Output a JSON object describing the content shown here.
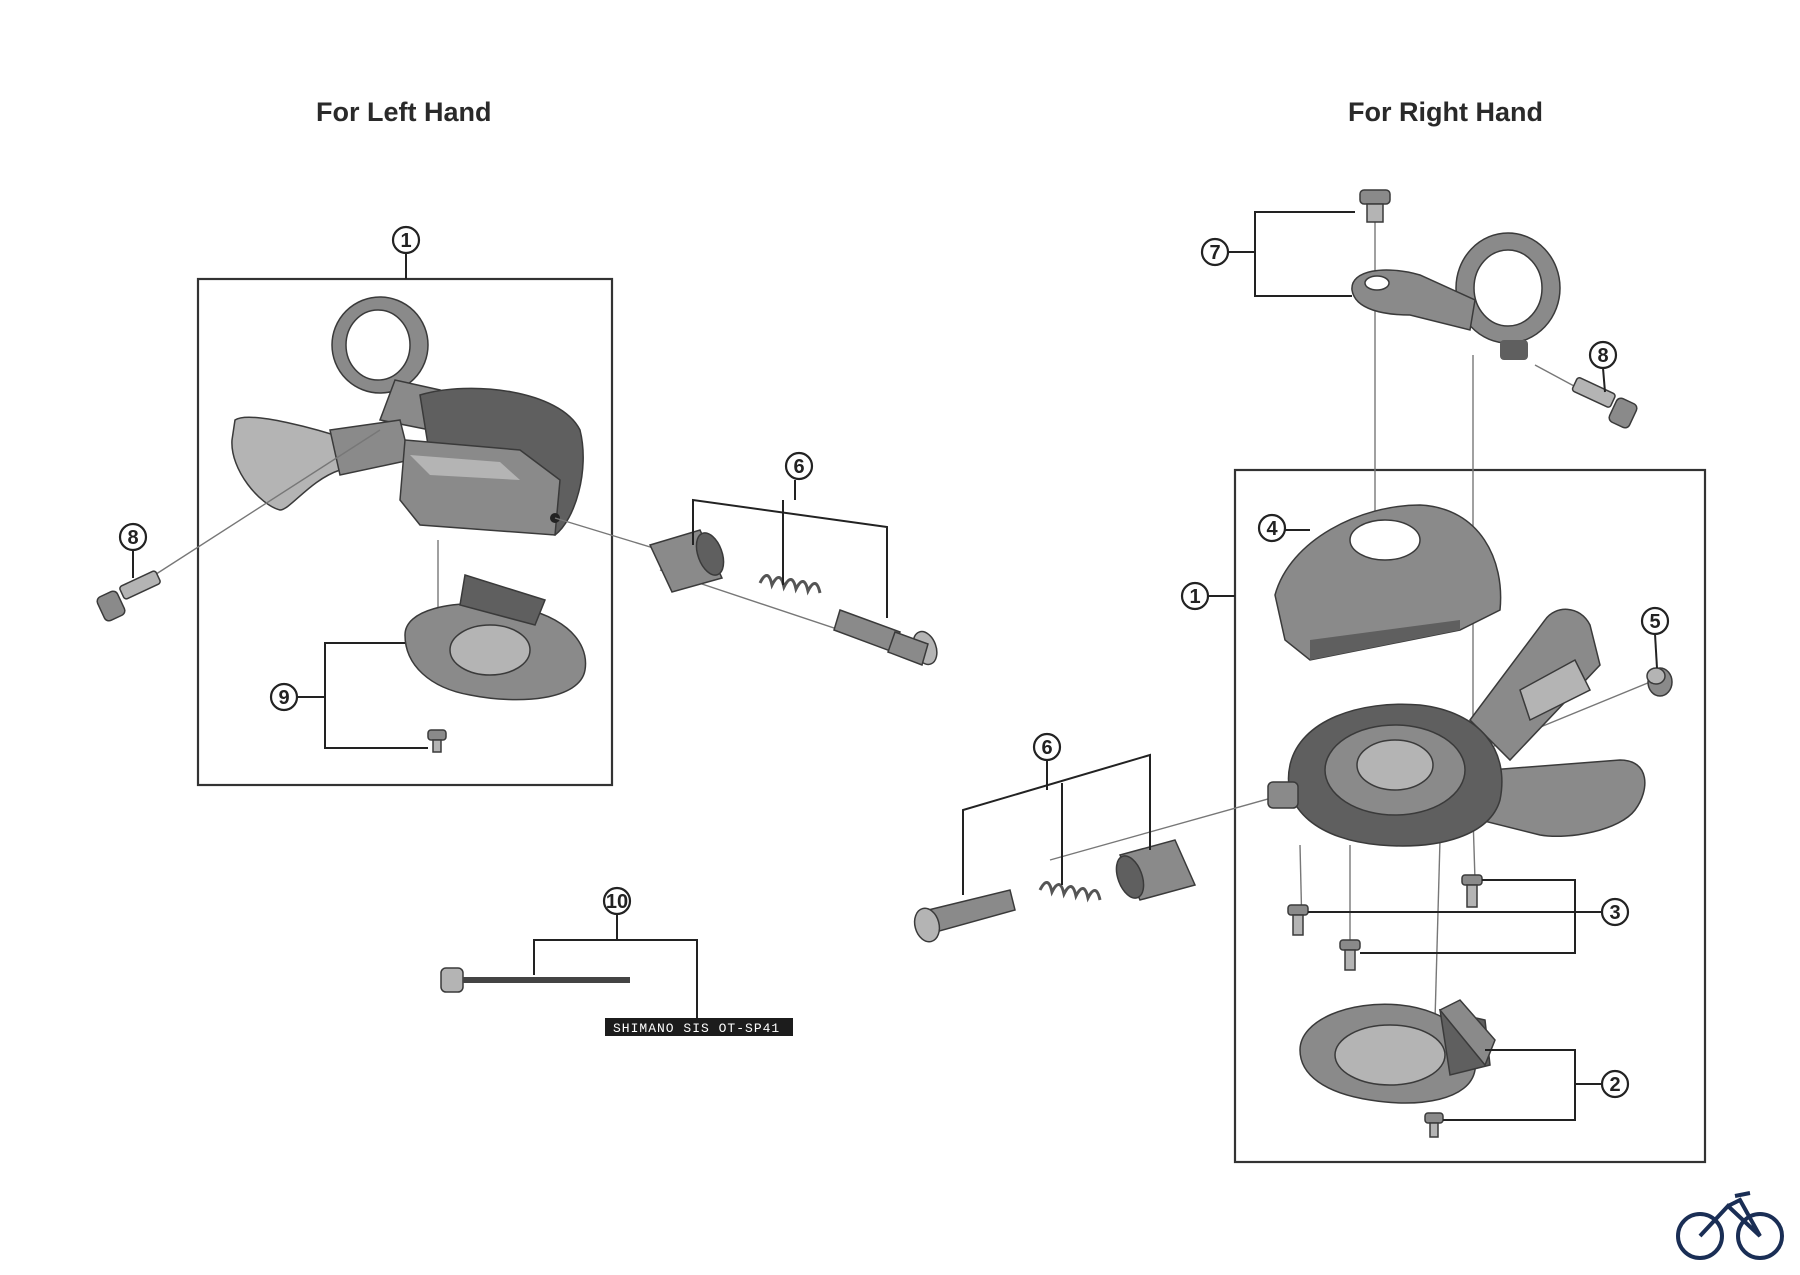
{
  "headings": {
    "left": "For Left Hand",
    "right": "For Right Hand"
  },
  "callouts": {
    "left_assembly": "1",
    "left_fixing_bolt": "8",
    "left_indicator_set": "9",
    "left_adjust_set": "6",
    "inner_cable_set": "10",
    "right_band_unit": "7",
    "right_fixing_bolt": "8",
    "right_cover": "4",
    "right_assembly": "1",
    "right_cap": "5",
    "right_adjust_set": "6",
    "right_screws": "3",
    "right_indicator_set": "2"
  },
  "cable_label": "SHIMANO SIS  OT-SP41",
  "icons": {
    "brand": "bicycle-icon"
  },
  "colors": {
    "part_dark": "#5f5f5f",
    "part_mid": "#8a8a8a",
    "part_light": "#b4b4b4",
    "line": "#222222"
  }
}
